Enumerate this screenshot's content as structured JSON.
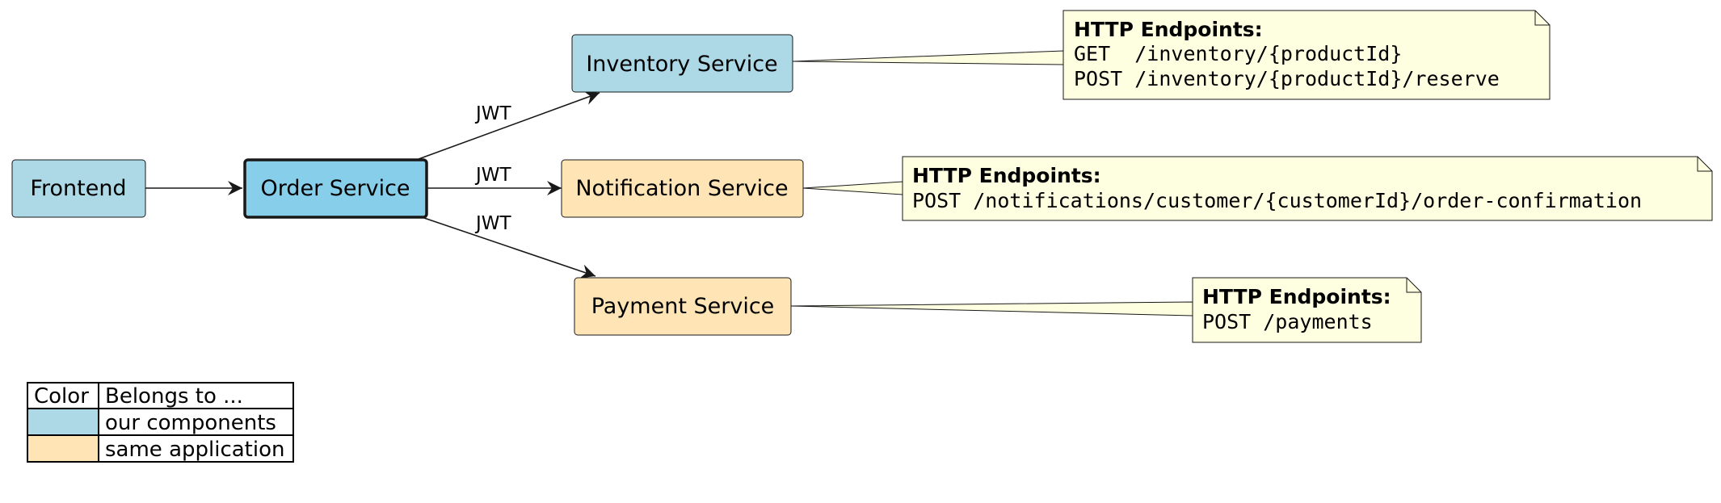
{
  "nodes": {
    "frontend": {
      "label": "Frontend",
      "color": "#add8e6"
    },
    "order": {
      "label": "Order Service",
      "color": "#87ceeb"
    },
    "inventory": {
      "label": "Inventory Service",
      "color": "#add8e6"
    },
    "notification": {
      "label": "Notification Service",
      "color": "#ffe4b5"
    },
    "payment": {
      "label": "Payment Service",
      "color": "#ffe4b5"
    }
  },
  "edges": {
    "order_inventory": {
      "label": "JWT"
    },
    "order_notification": {
      "label": "JWT"
    },
    "order_payment": {
      "label": "JWT"
    }
  },
  "notes": {
    "inventory": {
      "title": "HTTP Endpoints:",
      "lines": [
        "GET  /inventory/{productId}",
        "POST /inventory/{productId}/reserve"
      ]
    },
    "notification": {
      "title": "HTTP Endpoints:",
      "lines": [
        "POST /notifications/customer/{customerId}/order-confirmation"
      ]
    },
    "payment": {
      "title": "HTTP Endpoints:",
      "lines": [
        "POST /payments"
      ]
    }
  },
  "legend": {
    "header": [
      "Color",
      "Belongs to ..."
    ],
    "rows": [
      {
        "color": "#add8e6",
        "label": "our components"
      },
      {
        "color": "#ffe4b5",
        "label": "same application"
      }
    ]
  },
  "colors": {
    "note_fill": "#fefee0",
    "stroke": "#181818"
  }
}
